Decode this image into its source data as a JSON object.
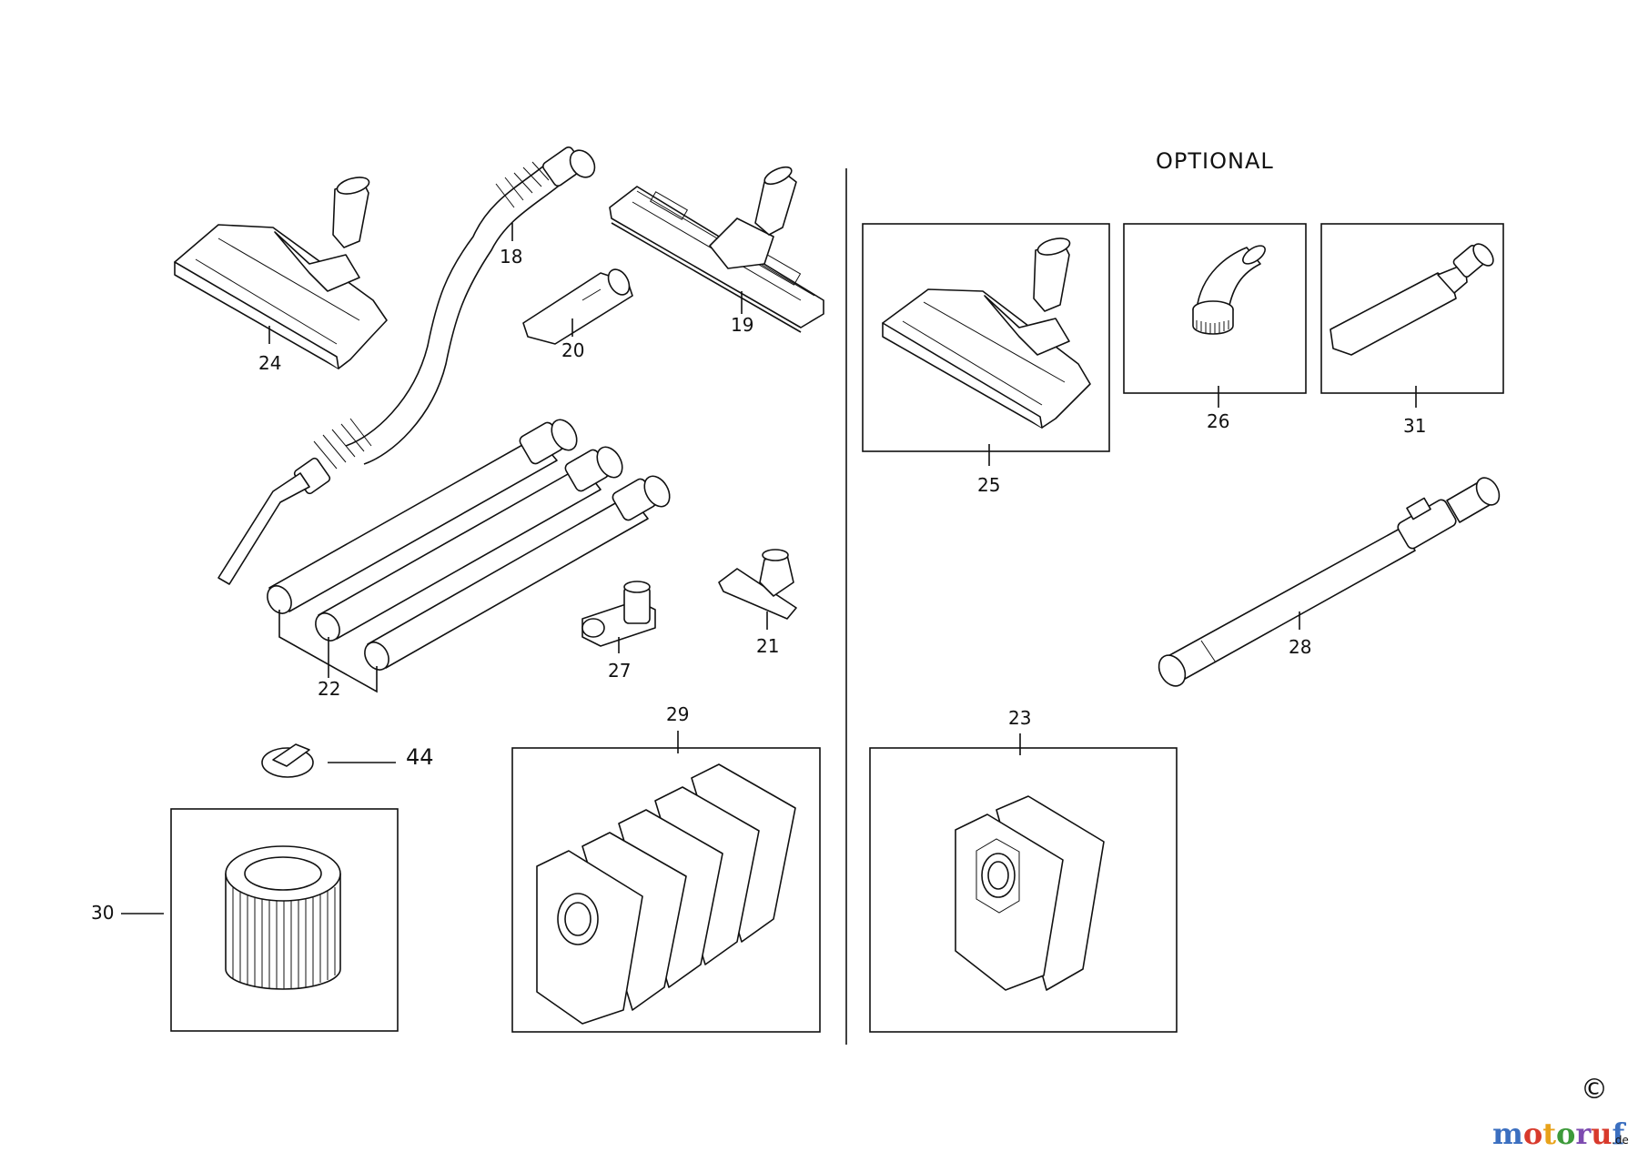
{
  "section_title": "OPTIONAL",
  "copyright_symbol": "©",
  "brand": {
    "main": "motoruf",
    "suffix": ".de",
    "colors": [
      "#3b6fc0",
      "#d83a2c",
      "#e8a21a",
      "#3d9a3a",
      "#7d4bb0",
      "#d83a2c",
      "#3b6fc0"
    ]
  },
  "callouts": [
    "18",
    "19",
    "20",
    "21",
    "22",
    "23",
    "24",
    "25",
    "26",
    "27",
    "28",
    "29",
    "30",
    "31",
    "44"
  ],
  "parts": {
    "p18": "18",
    "p19": "19",
    "p20": "20",
    "p21": "21",
    "p22": "22",
    "p23": "23",
    "p24": "24",
    "p25": "25",
    "p26": "26",
    "p27": "27",
    "p28": "28",
    "p29": "29",
    "p30": "30",
    "p31": "31",
    "p44": "44"
  }
}
